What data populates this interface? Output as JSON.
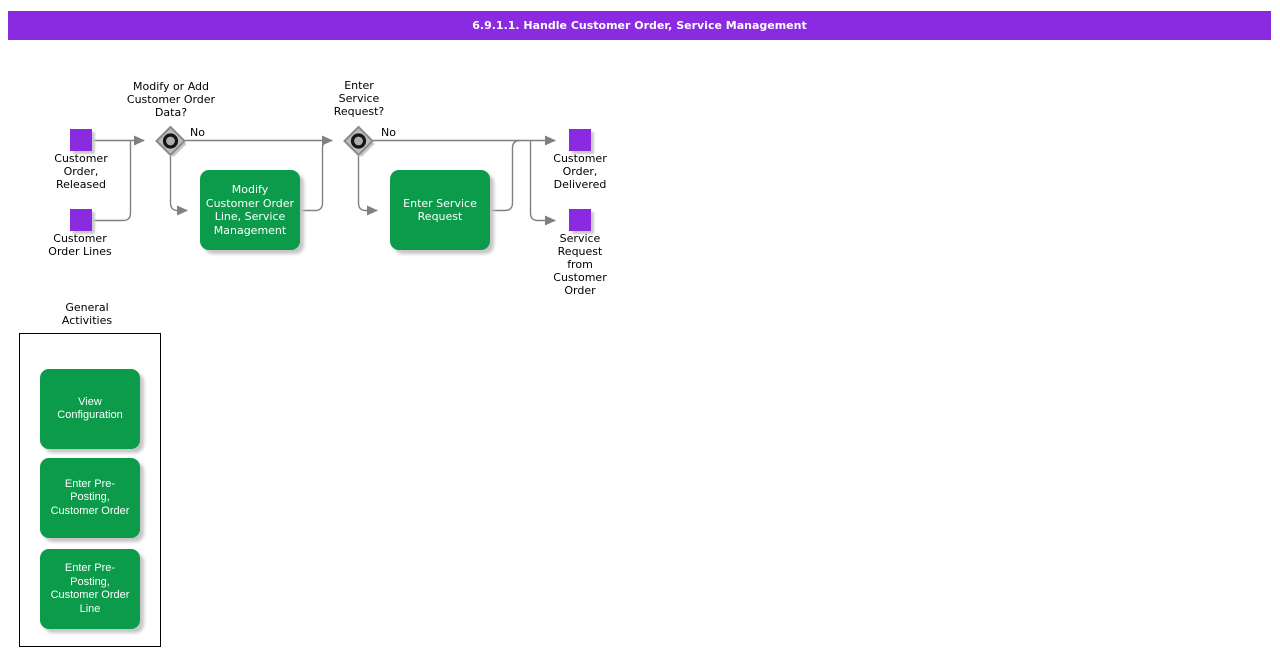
{
  "title_bar": {
    "text": "6.9.1.1. Handle Customer Order, Service Management"
  },
  "colors": {
    "header_bg": "#8A2BE2",
    "node_purple": "#8A2BE2",
    "activity_green": "#0B9B4A",
    "gateway_gray": "#bdbdbd",
    "connector_gray": "#808080"
  },
  "flow": {
    "inputs": [
      {
        "label": "Customer\nOrder,\nReleased"
      },
      {
        "label": "Customer\nOrder Lines"
      }
    ],
    "decisions": [
      {
        "question": "Modify or Add\nCustomer Order\nData?",
        "no_label": "No"
      },
      {
        "question": "Enter\nService\nRequest?",
        "no_label": "No"
      }
    ],
    "activities": [
      {
        "label": "Modify\nCustomer Order\nLine, Service\nManagement"
      },
      {
        "label": "Enter Service\nRequest"
      }
    ],
    "outputs": [
      {
        "label": "Customer\nOrder,\nDelivered"
      },
      {
        "label": "Service\nRequest\nfrom\nCustomer\nOrder"
      }
    ]
  },
  "general_activities": {
    "label": "General\nActivities",
    "buttons": [
      {
        "label": "View\nConfiguration"
      },
      {
        "label": "Enter Pre-\nPosting,\nCustomer Order"
      },
      {
        "label": "Enter Pre-\nPosting,\nCustomer Order\nLine"
      }
    ]
  }
}
